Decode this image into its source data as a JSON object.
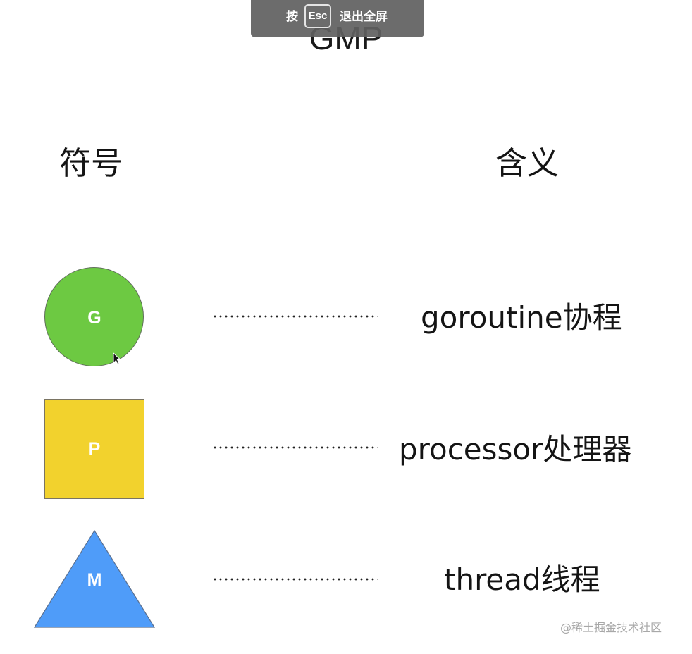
{
  "fullscreen_notice": {
    "press_text": "按",
    "key_label": "Esc",
    "action_text": "退出全屏"
  },
  "title": "GMP",
  "headers": {
    "symbol": "符号",
    "meaning": "含义"
  },
  "rows": [
    {
      "shape": "circle",
      "color": "#6dc942",
      "symbol_label": "G",
      "meaning": "goroutine协程"
    },
    {
      "shape": "square",
      "color": "#f2d22d",
      "symbol_label": "P",
      "meaning": "processor处理器"
    },
    {
      "shape": "triangle",
      "color": "#4f9cf9",
      "symbol_label": "M",
      "meaning": "thread线程"
    }
  ],
  "watermark": "@稀土掘金技术社区"
}
